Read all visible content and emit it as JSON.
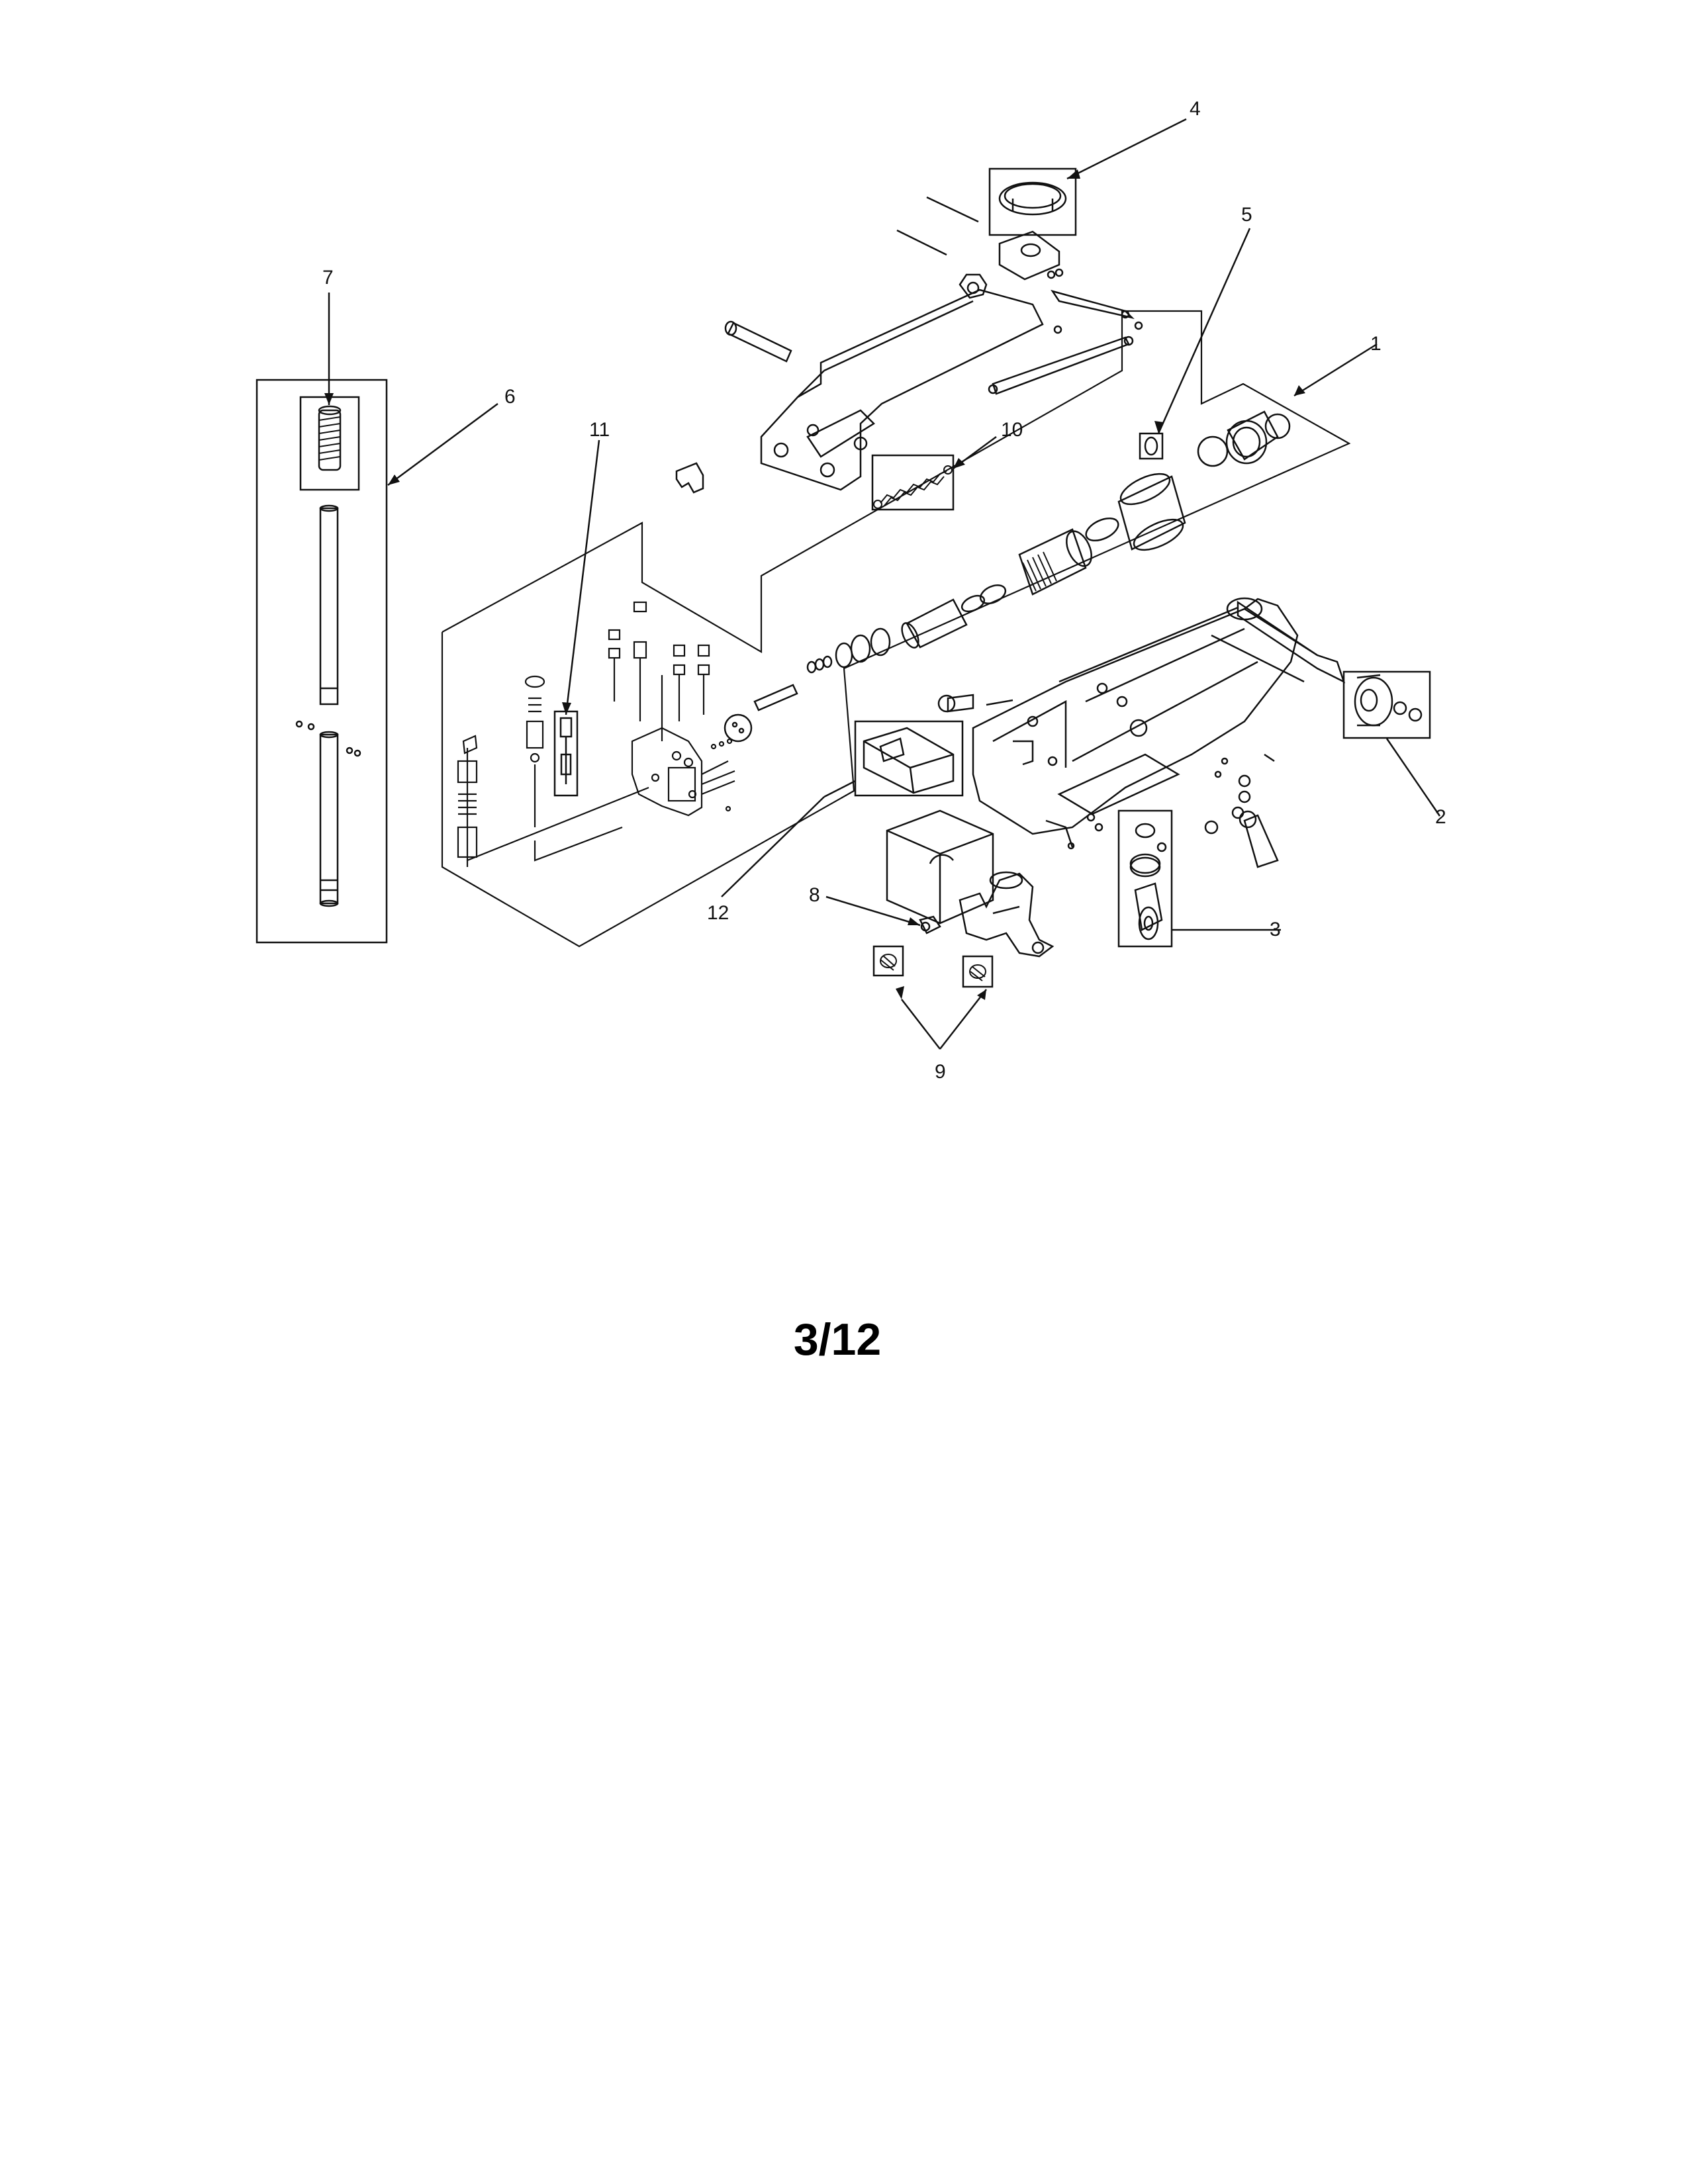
{
  "callouts": [
    {
      "id": "1",
      "label": "1"
    },
    {
      "id": "2",
      "label": "2"
    },
    {
      "id": "3",
      "label": "3"
    },
    {
      "id": "4",
      "label": "4"
    },
    {
      "id": "5",
      "label": "5"
    },
    {
      "id": "6",
      "label": "6"
    },
    {
      "id": "7",
      "label": "7"
    },
    {
      "id": "8",
      "label": "8"
    },
    {
      "id": "9",
      "label": "9"
    },
    {
      "id": "10",
      "label": "10"
    },
    {
      "id": "11",
      "label": "11"
    },
    {
      "id": "12",
      "label": "12"
    }
  ],
  "page_number": "3/12"
}
